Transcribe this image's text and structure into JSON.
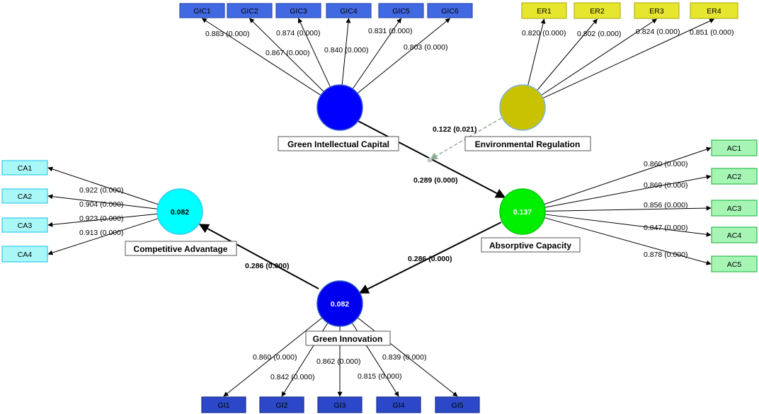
{
  "constructs": {
    "gic": {
      "label": "Green Intellectual Capital",
      "r2": "",
      "fill": "#0000ff",
      "stroke": "#3b5bd6",
      "text_color": "#ffffff"
    },
    "er": {
      "label": "Environmental Regulation",
      "r2": "",
      "fill": "#c8c200",
      "stroke": "#7fb3e6",
      "text_color": "#000000"
    },
    "ca": {
      "label": "Competitive Advantage",
      "r2": "0.082",
      "fill": "#00ffff",
      "stroke": "#33ccee",
      "text_color": "#000000"
    },
    "ac": {
      "label": "Absorptive Capacity",
      "r2": "0.137",
      "fill": "#00ee00",
      "stroke": "#00cc00",
      "text_color": "#ffffff"
    },
    "gi": {
      "label": "Green Innovation",
      "r2": "0.082",
      "fill": "#0000ee",
      "stroke": "#2b55c9",
      "text_color": "#ffffff"
    }
  },
  "indicator_styles": {
    "gic": {
      "fill": "#4169e1",
      "stroke": "#2c4fb8",
      "text_color": "#ffffff"
    },
    "er": {
      "fill": "#e6e62e",
      "stroke": "#b5b51a",
      "text_color": "#000000"
    },
    "ca": {
      "fill": "#aaf7f7",
      "stroke": "#33ccee",
      "text_color": "#000000"
    },
    "ac": {
      "fill": "#a6f5b5",
      "stroke": "#2ebd4b",
      "text_color": "#000000"
    },
    "gi": {
      "fill": "#2c48c9",
      "stroke": "#1a2f8f",
      "text_color": "#ffffff"
    }
  },
  "indicators": {
    "gic": [
      {
        "name": "GIC1",
        "loading": "0.883 (0.000)"
      },
      {
        "name": "GIC2",
        "loading": "0.867 (0.000)"
      },
      {
        "name": "GIC3",
        "loading": "0.874 (0.000)"
      },
      {
        "name": "GIC4",
        "loading": "0.840 (0.000)"
      },
      {
        "name": "GIC5",
        "loading": "0.831 (0.000)"
      },
      {
        "name": "GIC6",
        "loading": "0.803 (0.000)"
      }
    ],
    "er": [
      {
        "name": "ER1",
        "loading": "0.820 (0.000)"
      },
      {
        "name": "ER2",
        "loading": "0.802 (0.000)"
      },
      {
        "name": "ER3",
        "loading": "0.824 (0.000)"
      },
      {
        "name": "ER4",
        "loading": "0.851 (0.000)"
      }
    ],
    "ca": [
      {
        "name": "CA1",
        "loading": "0.922 (0.000)"
      },
      {
        "name": "CA2",
        "loading": "0.904 (0.000)"
      },
      {
        "name": "CA3",
        "loading": "0.923 (0.000)"
      },
      {
        "name": "CA4",
        "loading": "0.913 (0.000)"
      }
    ],
    "ac": [
      {
        "name": "AC1",
        "loading": "0.860 (0.000)"
      },
      {
        "name": "AC2",
        "loading": "0.869 (0.000)"
      },
      {
        "name": "AC3",
        "loading": "0.856 (0.000)"
      },
      {
        "name": "AC4",
        "loading": "0.847 (0.000)"
      },
      {
        "name": "AC5",
        "loading": "0.878 (0.000)"
      }
    ],
    "gi": [
      {
        "name": "GI1",
        "loading": "0.860 (0.000)"
      },
      {
        "name": "GI2",
        "loading": "0.842 (0.000)"
      },
      {
        "name": "GI3",
        "loading": "0.862 (0.000)"
      },
      {
        "name": "GI4",
        "loading": "0.815 (0.000)"
      },
      {
        "name": "GI5",
        "loading": "0.839 (0.000)"
      }
    ]
  },
  "paths": {
    "gic_ac": {
      "value": "0.289 (0.000)",
      "color": "#000000"
    },
    "ac_gi": {
      "value": "0.286 (0.000)",
      "color": "#000000"
    },
    "gi_ca": {
      "value": "0.286 (0.000)",
      "color": "#000000"
    },
    "er_moderation": {
      "value": "0.122 (0.021)",
      "color": "#7f9f86"
    }
  }
}
